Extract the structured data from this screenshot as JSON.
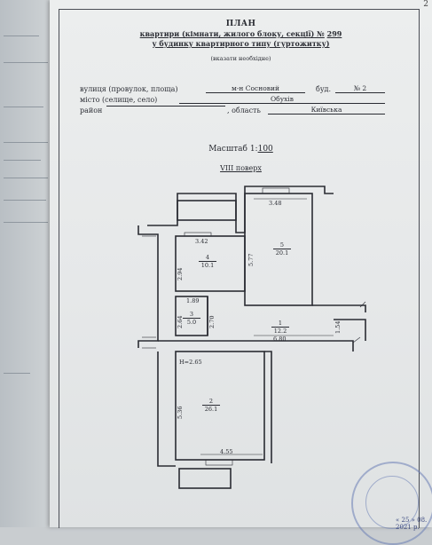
{
  "corner_number": "2",
  "header": {
    "title": "ПЛАН",
    "line1_prefix": "квартири (кімнати, жилого блоку, секції) №",
    "line1_number": "299",
    "line2": "у будинку квартирного типу (гуртожитку)",
    "line3": "(вказати необхідне)"
  },
  "address": {
    "street_label": "вулиця (провулок, площа)",
    "street_value": "м-н Сосновий",
    "building_label": "буд.",
    "building_value": "№ 2",
    "city_label": "місто (селище, село)",
    "city_value": "Обухів",
    "district_label": "район",
    "region_label": ", область",
    "region_value": "Київська"
  },
  "scale": {
    "label": "Масштаб 1:",
    "value": "100"
  },
  "floor": "VIII поверх",
  "plan": {
    "dimensions": {
      "d348": "3.48",
      "d342": "3.42",
      "d577": "5.77",
      "d294": "2.94",
      "d189": "1.89",
      "d264": "2.64",
      "d270": "2.70",
      "d680": "6.80",
      "d154": "1.54",
      "height": "H=2.65",
      "d536": "5.36",
      "d455": "4.55"
    },
    "rooms": [
      {
        "num": "1",
        "area": "12.2"
      },
      {
        "num": "2",
        "area": "26.1"
      },
      {
        "num": "3",
        "area": "5.0"
      },
      {
        "num": "4",
        "area": "10.1"
      },
      {
        "num": "5",
        "area": "20.1"
      }
    ]
  },
  "stamp_date": "« 25 »  08.  2021 р."
}
